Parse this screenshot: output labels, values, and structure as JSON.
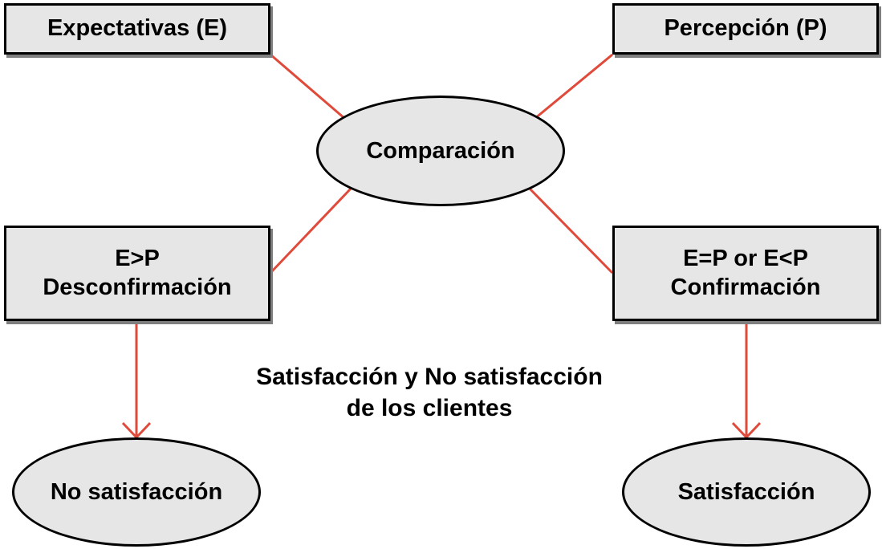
{
  "colors": {
    "connector": "#e04a3a",
    "node_fill": "#e6e6e6",
    "node_border": "#000000",
    "shadow": "#7f7f7f"
  },
  "nodes": {
    "expectativas": {
      "label": "Expectativas (E)"
    },
    "percepcion": {
      "label": "Percepción (P)"
    },
    "comparacion": {
      "label": "Comparación"
    },
    "desconfirmacion": {
      "line1": "E>P",
      "line2": "Desconfirmación"
    },
    "confirmacion": {
      "line1": "E=P or E<P",
      "line2": "Confirmación"
    },
    "no_satisfaccion": {
      "label": "No satisfacción"
    },
    "satisfaccion": {
      "label": "Satisfacción"
    }
  },
  "caption": {
    "line1": "Satisfacción y No satisfacción",
    "line2": "de los clientes"
  }
}
